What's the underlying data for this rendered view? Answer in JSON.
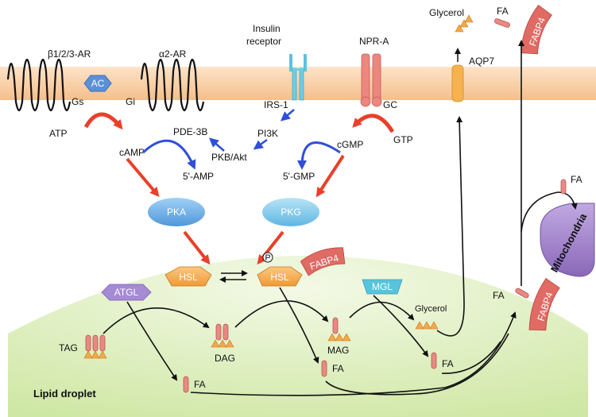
{
  "receptors": {
    "beta_ar": "β1/2/3-AR",
    "alpha_ar": "α2-AR",
    "ac": "AC",
    "gs": "Gs",
    "gi": "Gi",
    "insulin_line1": "Insulin",
    "insulin_line2": "receptor",
    "npr": "NPR-A",
    "gc": "GC"
  },
  "signaling": {
    "atp": "ATP",
    "camp": "cAMP",
    "pde": "PDE-3B",
    "five_amp": "5'-AMP",
    "irs": "IRS-1",
    "pi3k": "PI3K",
    "pkb": "PKB/Akt",
    "cgmp": "cGMP",
    "five_gmp": "5'-GMP",
    "gtp": "GTP",
    "pka": "PKA",
    "pkg": "PKG",
    "phospho": "P"
  },
  "lipolysis": {
    "hsl": "HSL",
    "hsl_p": "HSL",
    "fabp4": "FABP4",
    "atgl": "ATGL",
    "mgl": "MGL",
    "tag": "TAG",
    "dag": "DAG",
    "mag": "MAG",
    "fa": "FA",
    "glycerol": "Glycerol",
    "lipid_droplet": "Lipid droplet"
  },
  "export": {
    "glycerol": "Glycerol",
    "aqp7": "AQP7",
    "fa": "FA",
    "fabp4": "FABP4",
    "mitochondria": "Mitochondria",
    "fa_mito": "FA",
    "fa_right": "FA",
    "fabp4_right": "FABP4"
  },
  "colors": {
    "membrane": "#f6c89a",
    "droplet": "#d8ecb2",
    "red_arrow": "#e8402a",
    "blue_arrow": "#2f4fd8",
    "kinase": "#6fb0e8",
    "hsl": "#f2a94a",
    "atgl": "#a58ad6",
    "mgl": "#58c4dc",
    "fabp4": "#e06a64",
    "mitochondria": "#a184c8"
  }
}
